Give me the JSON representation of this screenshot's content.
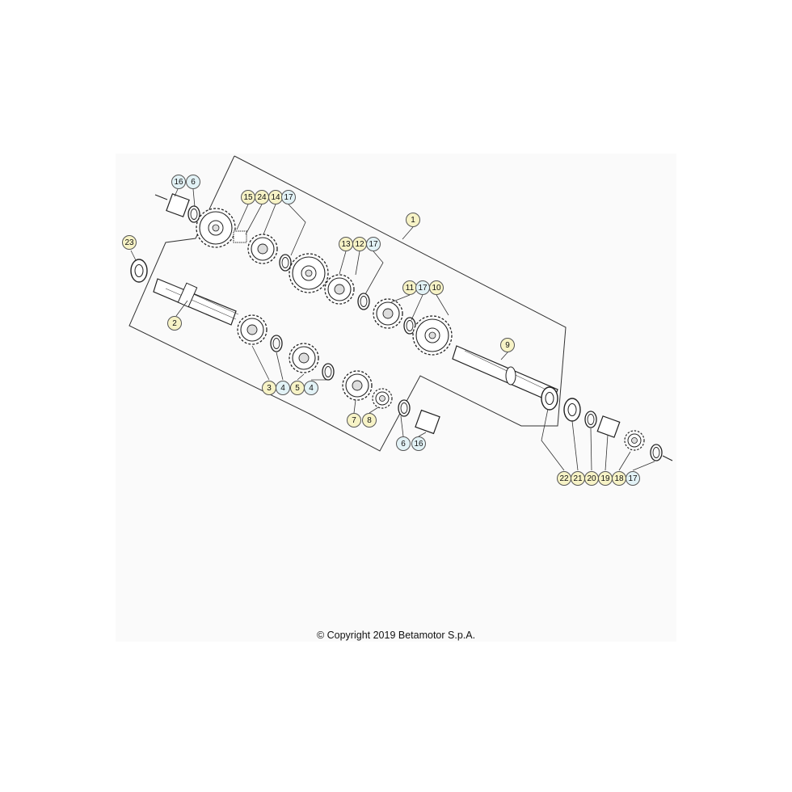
{
  "diagram": {
    "copyright": "© Copyright 2019 Betamotor S.p.A.",
    "callouts": [
      {
        "id": "c1",
        "label": "1",
        "style": "yellow"
      },
      {
        "id": "c2",
        "label": "2",
        "style": "yellow"
      },
      {
        "id": "c3",
        "label": "3",
        "style": "yellow"
      },
      {
        "id": "c4a",
        "label": "4",
        "style": "blue"
      },
      {
        "id": "c5",
        "label": "5",
        "style": "yellow"
      },
      {
        "id": "c4b",
        "label": "4",
        "style": "blue"
      },
      {
        "id": "c6a",
        "label": "6",
        "style": "blue"
      },
      {
        "id": "c16a",
        "label": "16",
        "style": "blue"
      },
      {
        "id": "c6b",
        "label": "6",
        "style": "blue"
      },
      {
        "id": "c16b",
        "label": "16",
        "style": "blue"
      },
      {
        "id": "c7",
        "label": "7",
        "style": "yellow"
      },
      {
        "id": "c8",
        "label": "8",
        "style": "yellow"
      },
      {
        "id": "c9",
        "label": "9",
        "style": "yellow"
      },
      {
        "id": "c10",
        "label": "10",
        "style": "yellow"
      },
      {
        "id": "c11",
        "label": "11",
        "style": "yellow"
      },
      {
        "id": "c17a",
        "label": "17",
        "style": "blue"
      },
      {
        "id": "c12",
        "label": "12",
        "style": "yellow"
      },
      {
        "id": "c13",
        "label": "13",
        "style": "yellow"
      },
      {
        "id": "c17b",
        "label": "17",
        "style": "blue"
      },
      {
        "id": "c14",
        "label": "14",
        "style": "yellow"
      },
      {
        "id": "c24",
        "label": "24",
        "style": "yellow"
      },
      {
        "id": "c15",
        "label": "15",
        "style": "yellow"
      },
      {
        "id": "c17c",
        "label": "17",
        "style": "blue"
      },
      {
        "id": "c23",
        "label": "23",
        "style": "yellow"
      },
      {
        "id": "c22",
        "label": "22",
        "style": "yellow"
      },
      {
        "id": "c21",
        "label": "21",
        "style": "yellow"
      },
      {
        "id": "c20",
        "label": "20",
        "style": "yellow"
      },
      {
        "id": "c19",
        "label": "19",
        "style": "yellow"
      },
      {
        "id": "c18",
        "label": "18",
        "style": "yellow"
      },
      {
        "id": "c17d",
        "label": "17",
        "style": "blue"
      }
    ]
  },
  "colors": {
    "callout_yellow": "#f7f3c6",
    "callout_blue": "#e2f2f6",
    "line": "#333333",
    "panel": "#fafafa"
  }
}
